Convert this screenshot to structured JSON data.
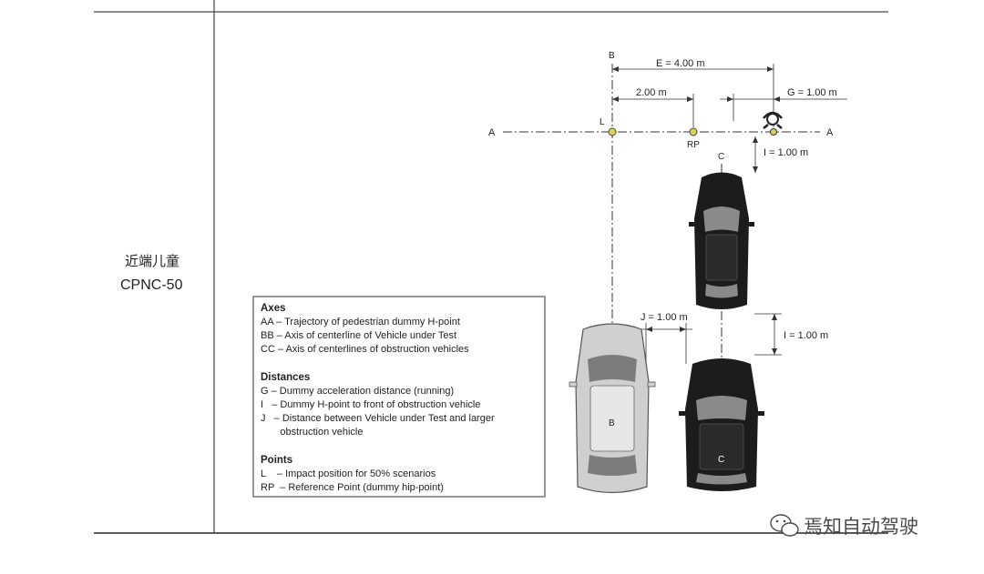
{
  "table": {
    "case_name_cn": "近端儿童",
    "case_code": "CPNC-50"
  },
  "diagram": {
    "axis_a_left": "A",
    "axis_a_right": "A",
    "axis_b_top": "B",
    "axis_b_car": "B",
    "axis_c_top": "C",
    "axis_c_bottom": "C",
    "point_l": "L",
    "point_rp": "RP",
    "dim_e": "E = 4.00 m",
    "dim_2m": "2.00 m",
    "dim_g": "G = 1.00 m",
    "dim_i_top": "I = 1.00 m",
    "dim_j": "J = 1.00 m",
    "dim_i_mid": "I = 1.00 m"
  },
  "legend": {
    "axes_heading": "Axes",
    "axes_items": [
      "AA – Trajectory of pedestrian dummy H-point",
      "BB – Axis of centerline of Vehicle under Test",
      "CC – Axis of centerlines of obstruction vehicles"
    ],
    "distances_heading": "Distances",
    "distances_items": [
      "G – Dummy acceleration distance (running)",
      "I   – Dummy H-point to front of obstruction vehicle",
      "J   – Distance between Vehicle under Test and larger",
      "       obstruction vehicle"
    ],
    "points_heading": "Points",
    "points_items": [
      "L    – Impact position for 50% scenarios",
      "RP  – Reference Point (dummy hip-point)"
    ]
  },
  "watermark": {
    "text": "焉知自动驾驶"
  },
  "colors": {
    "line": "#333333",
    "point_fill": "#d8d35a",
    "dark_car": "#1c1c1c",
    "light_car": "#cfcfcf",
    "watermark": "#4a4a4a"
  }
}
